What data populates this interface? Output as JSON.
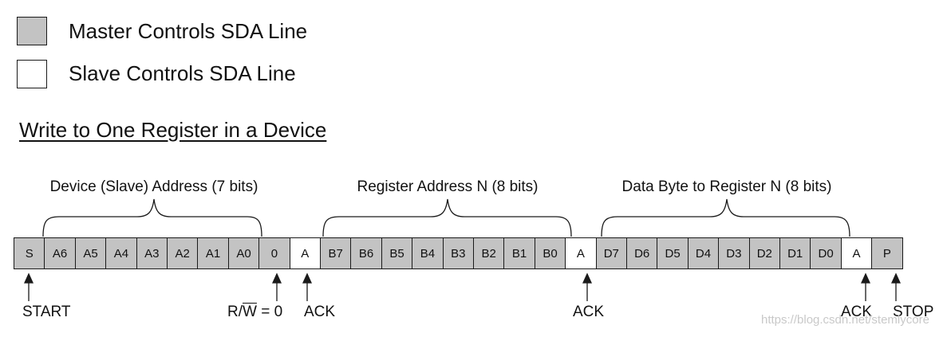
{
  "legend": {
    "master": {
      "label": "Master Controls SDA Line",
      "color": "#c3c3c3"
    },
    "slave": {
      "label": "Slave Controls SDA Line",
      "color": "#ffffff"
    }
  },
  "title": "Write to One Register in a Device",
  "groups": {
    "device_address": "Device (Slave) Address (7 bits)",
    "register_address": "Register Address N (8 bits)",
    "data_byte": "Data Byte to Register N (8 bits)"
  },
  "cells": [
    {
      "label": "S",
      "owner": "master"
    },
    {
      "label": "A6",
      "owner": "master"
    },
    {
      "label": "A5",
      "owner": "master"
    },
    {
      "label": "A4",
      "owner": "master"
    },
    {
      "label": "A3",
      "owner": "master"
    },
    {
      "label": "A2",
      "owner": "master"
    },
    {
      "label": "A1",
      "owner": "master"
    },
    {
      "label": "A0",
      "owner": "master"
    },
    {
      "label": "0",
      "owner": "master"
    },
    {
      "label": "A",
      "owner": "slave"
    },
    {
      "label": "B7",
      "owner": "master"
    },
    {
      "label": "B6",
      "owner": "master"
    },
    {
      "label": "B5",
      "owner": "master"
    },
    {
      "label": "B4",
      "owner": "master"
    },
    {
      "label": "B3",
      "owner": "master"
    },
    {
      "label": "B2",
      "owner": "master"
    },
    {
      "label": "B1",
      "owner": "master"
    },
    {
      "label": "B0",
      "owner": "master"
    },
    {
      "label": "A",
      "owner": "slave"
    },
    {
      "label": "D7",
      "owner": "master"
    },
    {
      "label": "D6",
      "owner": "master"
    },
    {
      "label": "D5",
      "owner": "master"
    },
    {
      "label": "D4",
      "owner": "master"
    },
    {
      "label": "D3",
      "owner": "master"
    },
    {
      "label": "D2",
      "owner": "master"
    },
    {
      "label": "D1",
      "owner": "master"
    },
    {
      "label": "D0",
      "owner": "master"
    },
    {
      "label": "A",
      "owner": "slave"
    },
    {
      "label": "P",
      "owner": "master"
    }
  ],
  "markers": {
    "start": "START",
    "rw_prefix": "R/",
    "rw_bar": "W",
    "rw_suffix": " = 0",
    "ack_1": "ACK",
    "ack_2": "ACK",
    "ack_3": "ACK",
    "stop": "STOP"
  },
  "watermark": "https://blog.csdn.net/stemlycore"
}
